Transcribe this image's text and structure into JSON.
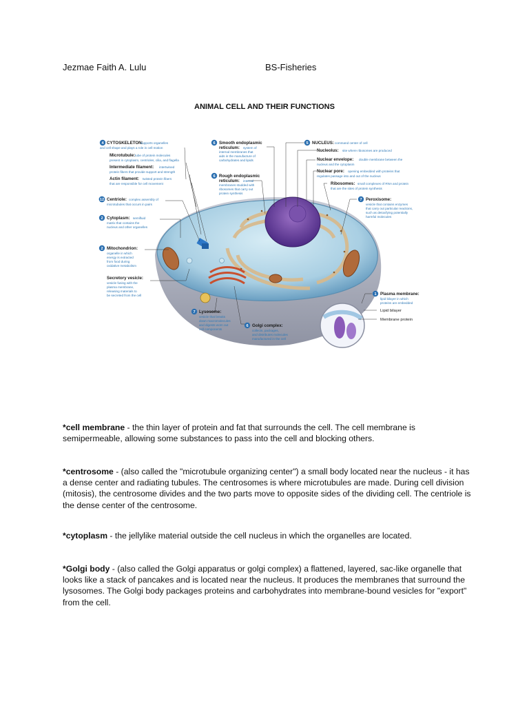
{
  "header": {
    "author": "Jezmae Faith A. Lulu",
    "course": "BS-Fisheries"
  },
  "title": "ANIMAL CELL AND THEIR FUNCTIONS",
  "diagram": {
    "callouts": [
      {
        "num": "4",
        "label": "CYTOSKELETON:",
        "desc": [
          "supports organelles",
          "and cell shape and plays a role in cell motion"
        ]
      },
      {
        "num": "",
        "label": "Microtubule:",
        "desc": [
          "tube of protein molecules",
          "present in cytoplasm, centrioles, cilia, and flagella"
        ]
      },
      {
        "num": "",
        "label": "Intermediate filament:",
        "desc": [
          "intertwined",
          "protein fibers that provide support and strength"
        ]
      },
      {
        "num": "",
        "label": "Actin filament:",
        "desc": [
          "twisted protein fibers",
          "that are responsible for cell movement"
        ]
      },
      {
        "num": "12",
        "label": "Centriole:",
        "desc": [
          "complex assembly of",
          "microtubules that occurs in pairs"
        ]
      },
      {
        "num": "2",
        "label": "Cytoplasm:",
        "desc": [
          "semifluid",
          "matrix that contains the",
          "nucleus and other organelles"
        ]
      },
      {
        "num": "2",
        "label": "Mitochondrion:",
        "desc": [
          "organelle in which",
          "energy is extracted",
          "from food during",
          "oxidative metabolism"
        ]
      },
      {
        "num": "",
        "label": "Secretory vesicle:",
        "desc": [
          "vesicle fusing with the",
          "plasma membrane,",
          "releasing materials to",
          "be secreted from the cell"
        ]
      },
      {
        "num": "6",
        "label": "Smooth endoplasmic",
        "label2": "reticulum:",
        "desc": [
          "system of",
          "internal membranes that",
          "aids in the manufacture of",
          "carbohydrates and lipids"
        ]
      },
      {
        "num": "6",
        "label": "Rough endoplasmic",
        "label2": "reticulum:",
        "desc": [
          "internal",
          "membranes studded with",
          "ribosomes that carry out",
          "protein synthesis"
        ]
      },
      {
        "num": "5",
        "label": "NUCLEUS:",
        "desc": [
          "command center of cell"
        ]
      },
      {
        "num": "",
        "label": "Nucleolus:",
        "desc": [
          "site where ribosomes are produced"
        ]
      },
      {
        "num": "",
        "label": "Nuclear envelope:",
        "desc": [
          "double membrane between the",
          "nucleus and the cytoplasm"
        ]
      },
      {
        "num": "",
        "label": "Nuclear pore:",
        "desc": [
          "opening embedded with proteins that",
          "regulates passage into and out of the nucleus"
        ]
      },
      {
        "num": "",
        "label": "Ribosomes:",
        "desc": [
          "small complexes of RNA and protein",
          "that are the sites of protein synthesis"
        ]
      },
      {
        "num": "7",
        "label": "Peroxisome:",
        "desc": [
          "vesicle that contains enzymes",
          "that carry out particular reactions,",
          "such as detoxifying potentially",
          "harmful molecules"
        ]
      },
      {
        "num": "1",
        "label": "Plasma membrane:",
        "desc": [
          "lipid bilayer in which",
          "proteins are embedded"
        ]
      },
      {
        "num": "",
        "label": "Lipid bilayer",
        "desc": []
      },
      {
        "num": "",
        "label": "Membrane protein",
        "desc": []
      },
      {
        "num": "7",
        "label": "Lysosome:",
        "desc": [
          "vesicle that breaks",
          "down macromolecules",
          "and digests worn out",
          "cell components"
        ]
      },
      {
        "num": "6",
        "label": "Golgi complex:",
        "desc": [
          "collects, packages,",
          "and distributes molecules",
          "manufactured in the cell"
        ]
      }
    ]
  },
  "definitions": [
    {
      "term": "*cell membrane",
      "text": " - the thin layer of protein and fat that surrounds the cell. The cell membrane is semipermeable, allowing some substances to pass into the cell and blocking others."
    },
    {
      "term": "*centrosome",
      "text": " - (also called the \"microtubule organizing center\") a small body located near the nucleus - it has a dense center and radiating tubules. The centrosomes is where microtubules are made. During cell division (mitosis), the centrosome divides and the two parts move to opposite sides of the dividing cell. The centriole is the dense center of the centrosome."
    },
    {
      "term": "*cytoplasm",
      "text": " - the jellylike material outside the cell nucleus in which the organelles are located."
    },
    {
      "term": "*Golgi body",
      "text": " - (also called the Golgi apparatus or golgi complex) a flattened, layered, sac-like organelle that looks like a stack of pancakes and is located near the nucleus. It produces the membranes that surround the lysosomes. The Golgi body packages proteins and carbohydrates into membrane-bound vesicles for \"export\" from the cell."
    }
  ]
}
